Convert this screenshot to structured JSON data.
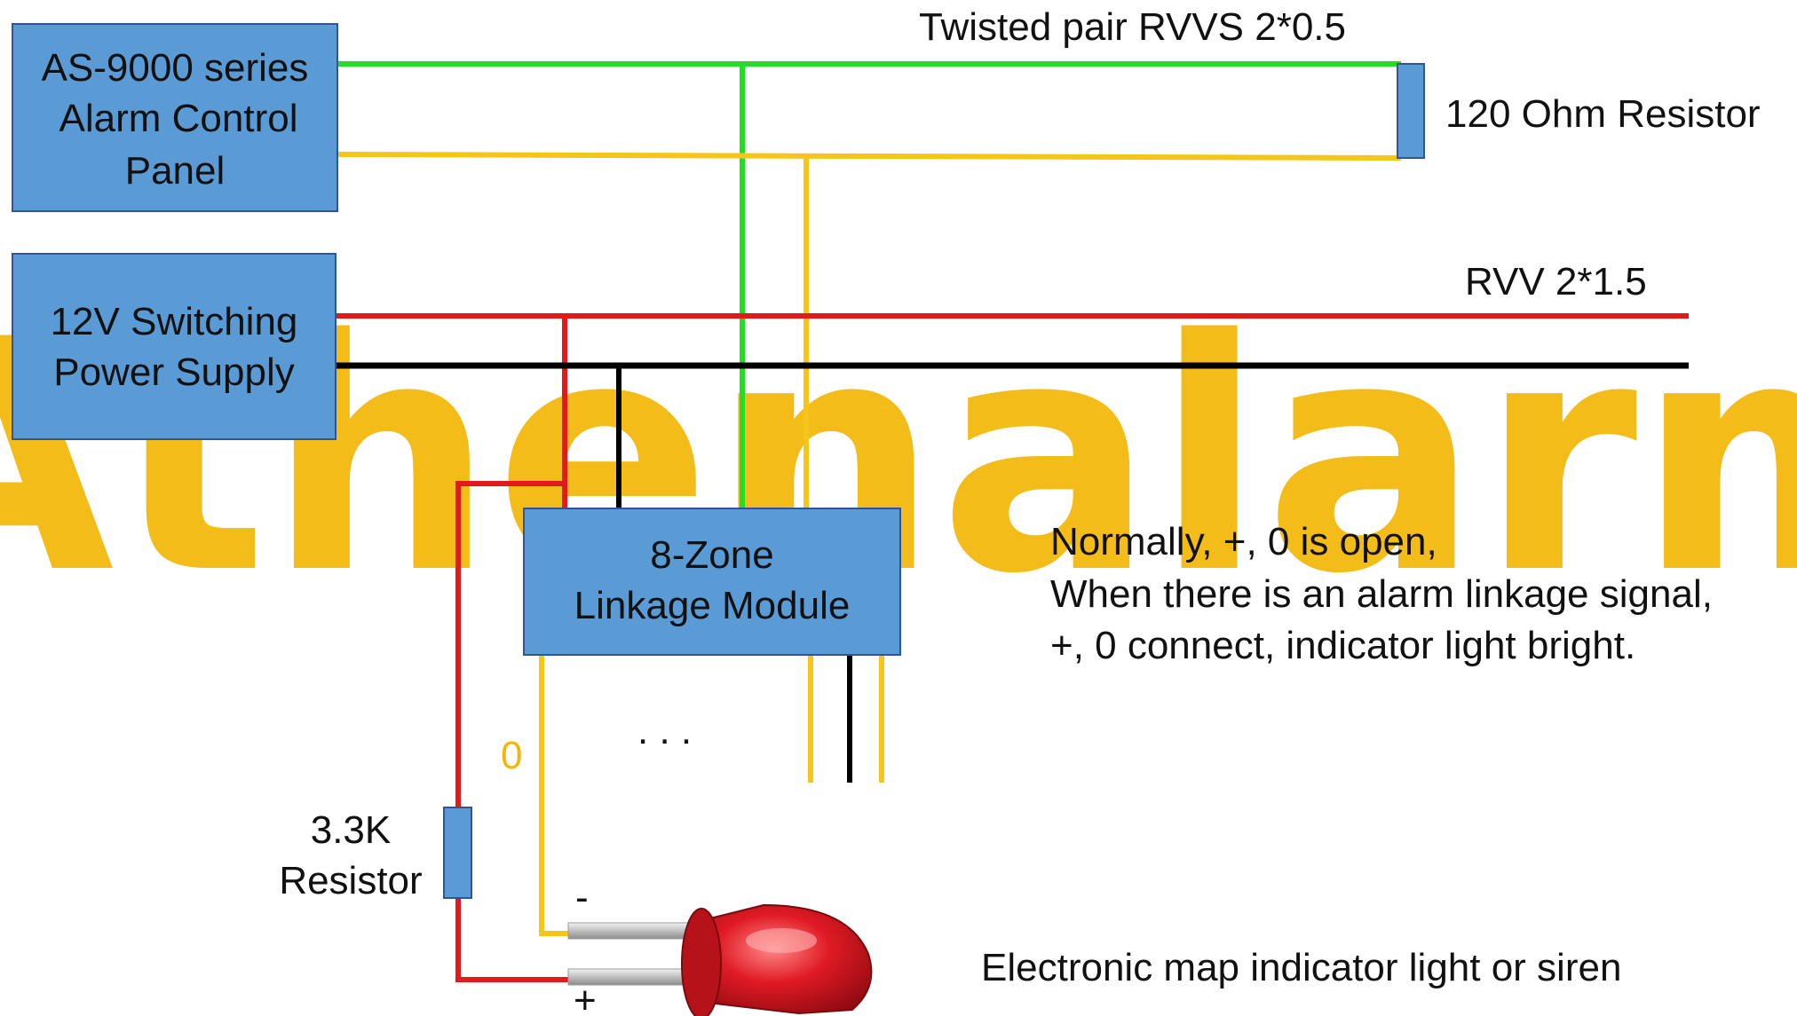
{
  "watermark": {
    "text": "Athenalarm"
  },
  "boxes": {
    "control_panel": [
      "AS-9000 series",
      "Alarm Control",
      "Panel"
    ],
    "power_supply": [
      "12V Switching",
      "Power Supply"
    ],
    "linkage_module": [
      "8-Zone",
      "Linkage Module"
    ]
  },
  "labels": {
    "twisted_pair": "Twisted pair RVVS 2*0.5",
    "ohm_resistor": "120 Ohm Resistor",
    "rvv": "RVV  2*1.5",
    "resistor_33k": [
      "3.3K",
      "Resistor"
    ],
    "zero_terminal": "0",
    "ellipsis": ". . .",
    "led_minus": "-",
    "led_plus": "+",
    "note": [
      "Normally, +, 0 is open,",
      "When there is an alarm linkage signal,",
      "+, 0 connect, indicator light bright."
    ],
    "indicator": "Electronic map indicator light or siren"
  },
  "colors": {
    "box_fill": "#5B9BD5",
    "box_stroke": "#2F5597",
    "wire_green": "#22DD22",
    "wire_yellow": "#F5C518",
    "wire_red": "#E31A1A",
    "wire_black": "#000000",
    "watermark": "#F2B705",
    "led_red": "#D9141C"
  }
}
